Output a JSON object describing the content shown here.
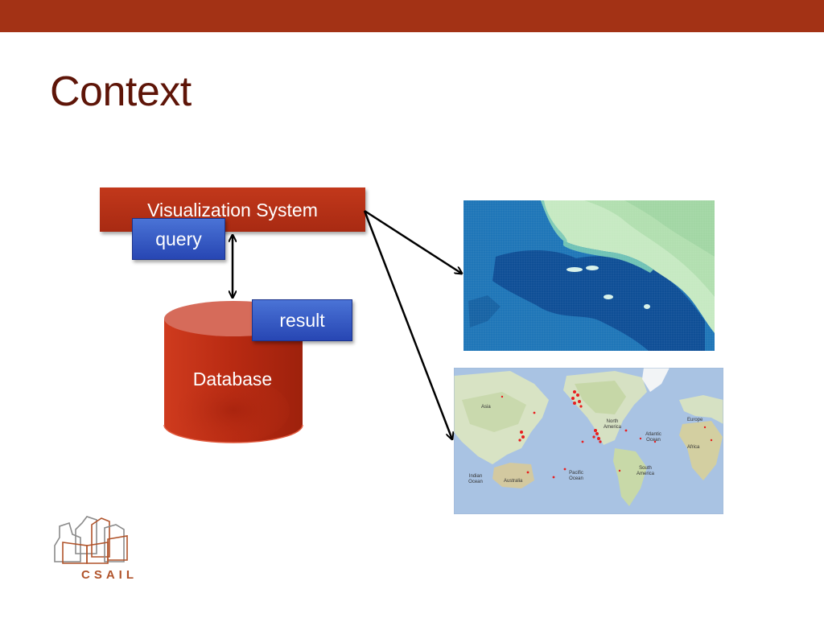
{
  "slide": {
    "title": "Context"
  },
  "diagram": {
    "system_label": "Visualization System",
    "query_label": "query",
    "result_label": "result",
    "database_label": "Database"
  },
  "world_map": {
    "labels": {
      "asia": "Asia",
      "north_america": "North America",
      "atlantic": "Atlantic Ocean",
      "europe": "Europe",
      "africa": "Africa",
      "indian": "Indian Ocean",
      "australia": "Australia",
      "pacific": "Pacific Ocean",
      "south_america": "South America"
    }
  },
  "logo": {
    "text": "CSAIL"
  },
  "colors": {
    "top_bar": "#a33215",
    "title": "#5e1508",
    "system_box": "#b5311a",
    "blue_button": "#3558c4",
    "database": "#b22a14",
    "ocean_deep": "#0f4f96",
    "ocean_mid": "#1d73b6",
    "land": "#c4e9c1",
    "logo": "#b0532a"
  }
}
